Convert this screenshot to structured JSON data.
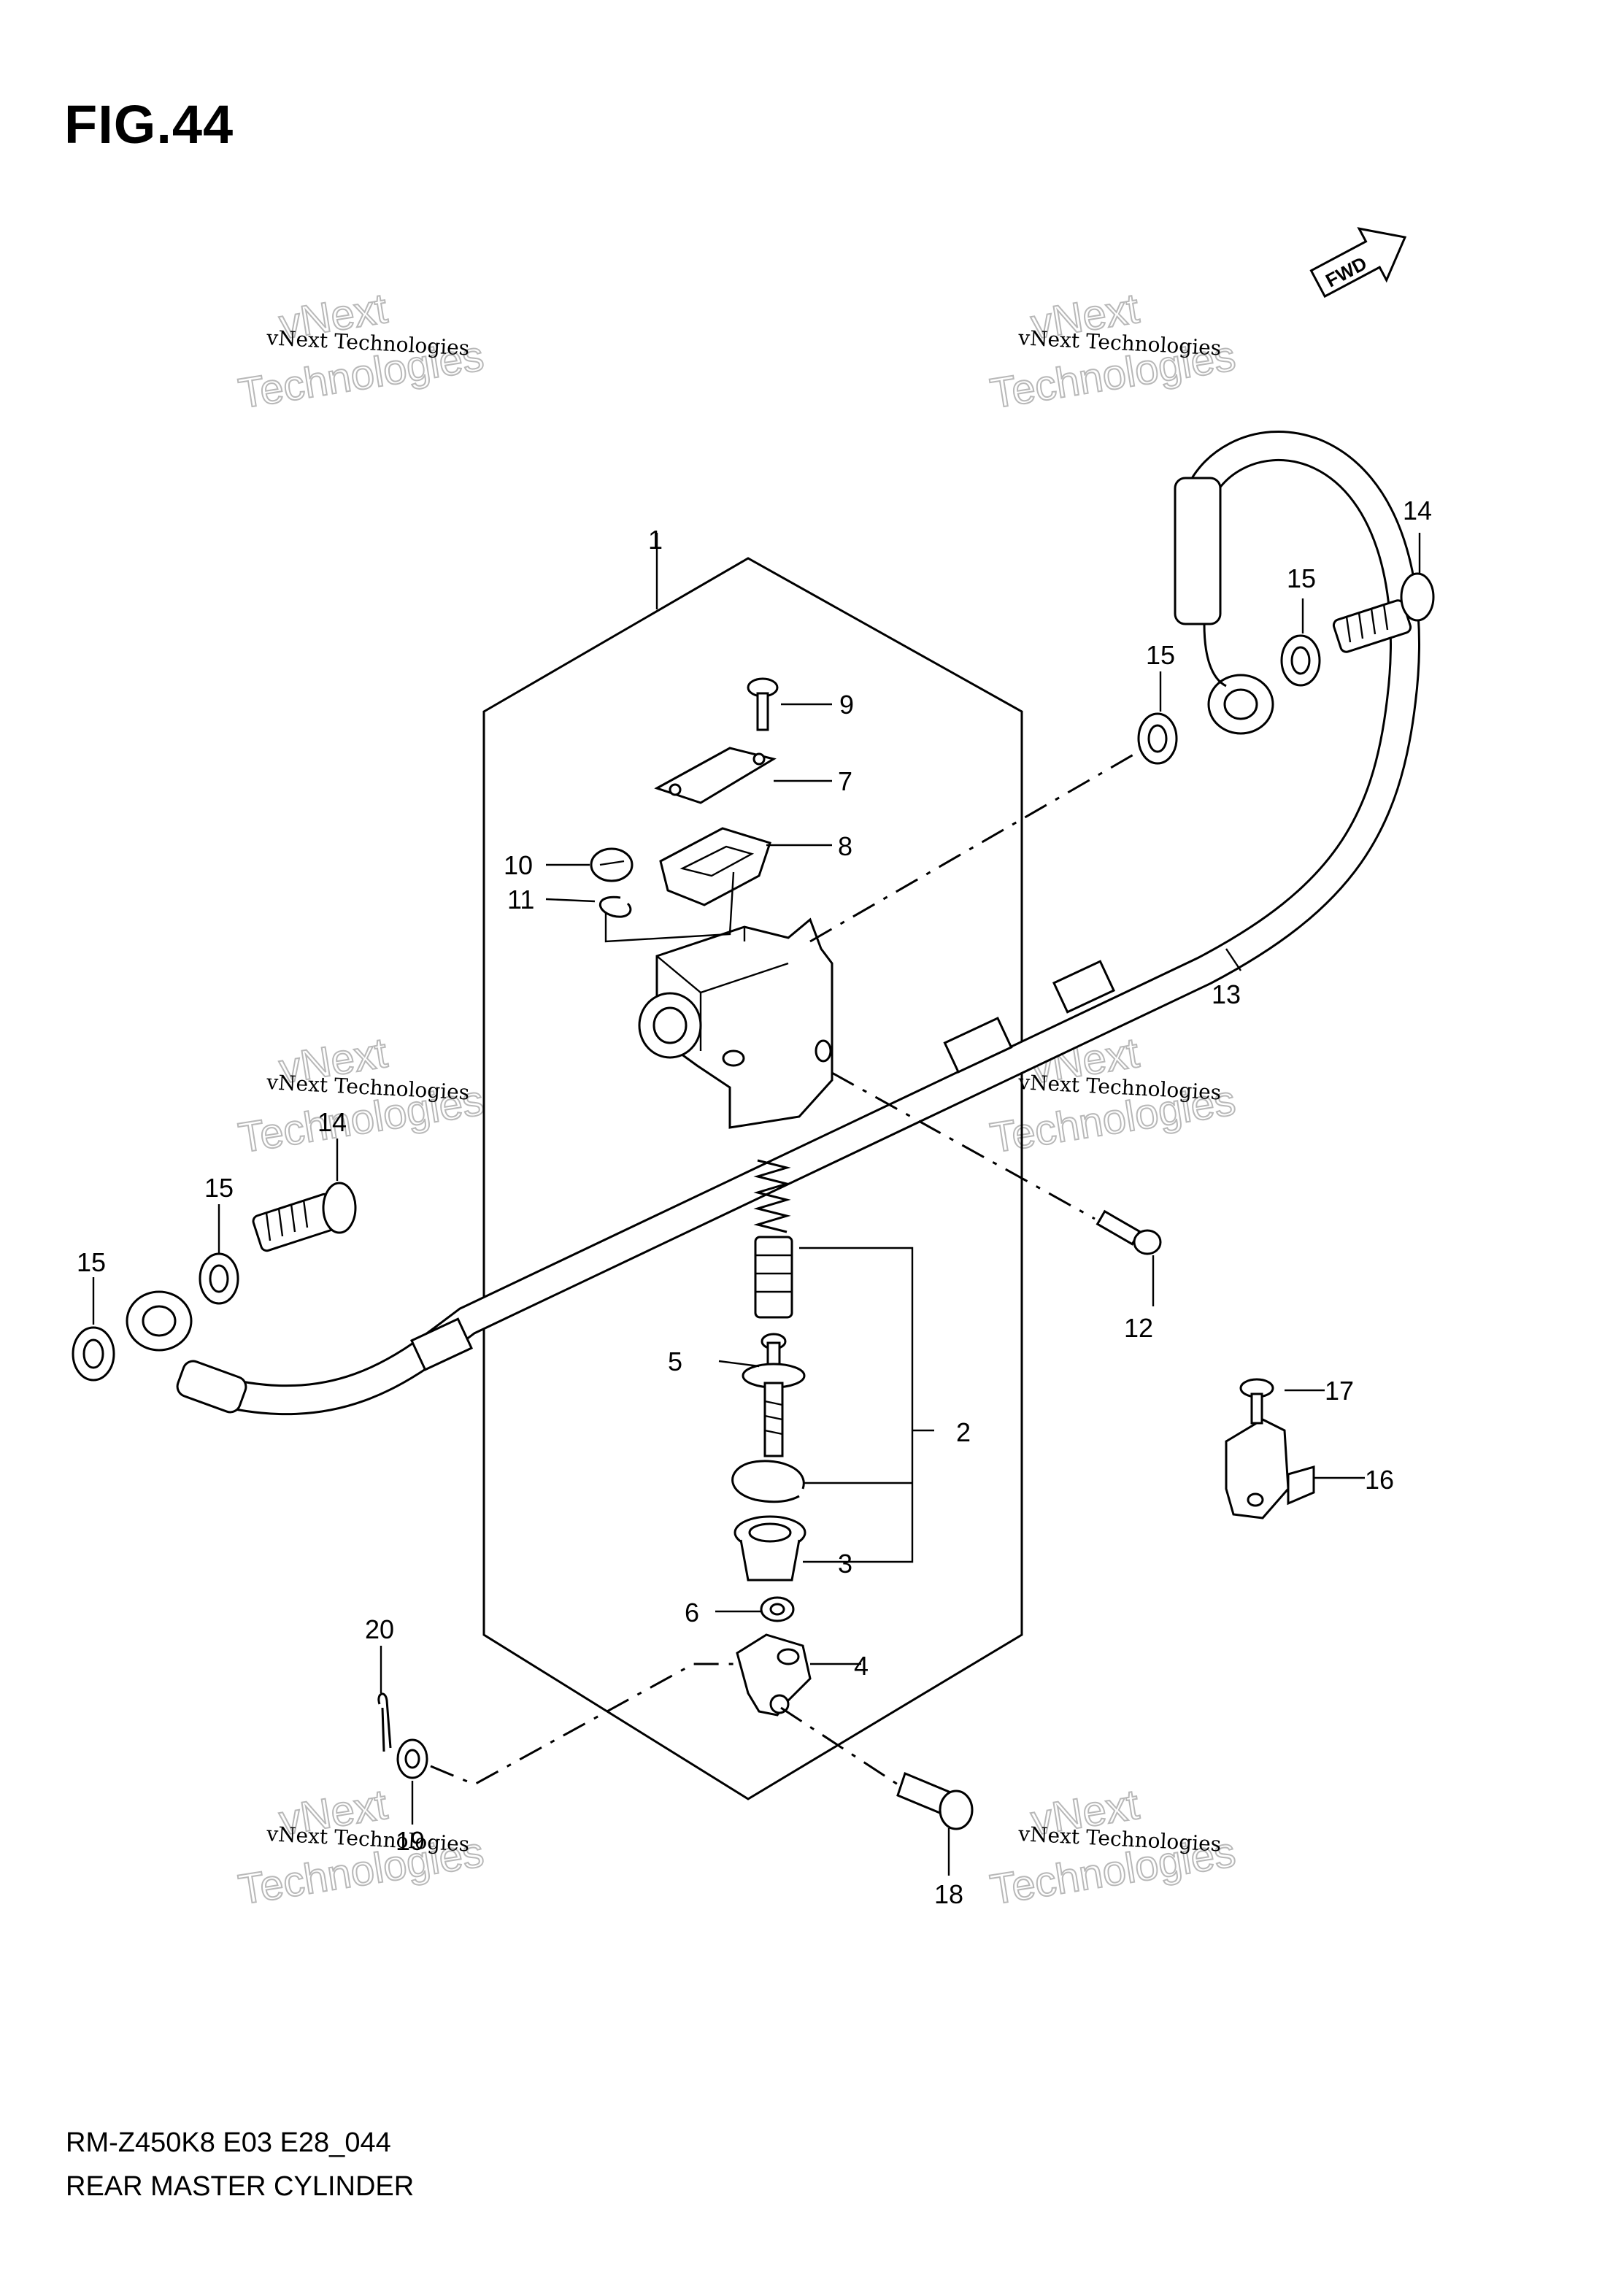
{
  "figure": {
    "title": "FIG.44",
    "model_code": "RM-Z450K8 E03 E28_044",
    "assembly_name": "REAR MASTER CYLINDER",
    "fwd_label": "FWD"
  },
  "watermark": {
    "small": "vNext Technologies",
    "big_top": "vNext",
    "big_bottom": "Technologies"
  },
  "callouts": {
    "c1": "1",
    "c2": "2",
    "c3": "3",
    "c4": "4",
    "c5": "5",
    "c6": "6",
    "c7": "7",
    "c8": "8",
    "c9": "9",
    "c10": "10",
    "c11": "11",
    "c12": "12",
    "c13": "13",
    "c14a": "14",
    "c14b": "14",
    "c15a": "15",
    "c15b": "15",
    "c15c": "15",
    "c15d": "15",
    "c16": "16",
    "c17": "17",
    "c18": "18",
    "c19": "19",
    "c20": "20"
  }
}
